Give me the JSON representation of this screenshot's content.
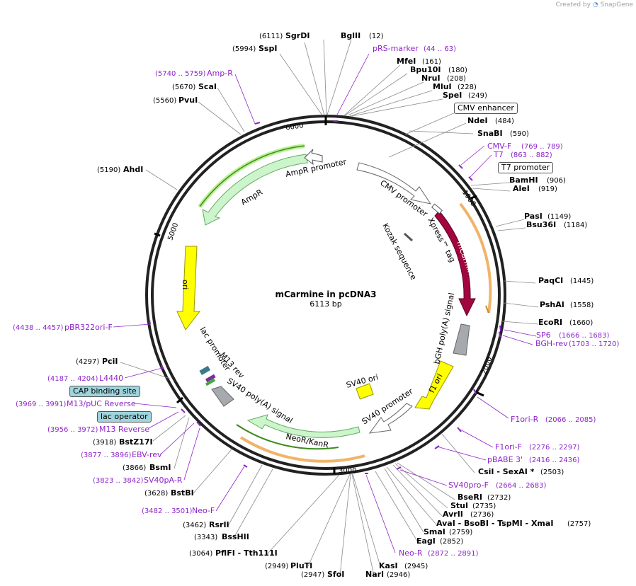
{
  "credit": {
    "prefix": "Created by",
    "brand": "SnapGene"
  },
  "title": "mCarmine in pcDNA3",
  "length": "6113 bp",
  "ticks": [
    "1000",
    "2000",
    "3000",
    "5000",
    "6000"
  ],
  "enzymes": [
    {
      "name": "BglII",
      "pos": "(12)"
    },
    {
      "name": "SgrDI",
      "pos": "(6111)"
    },
    {
      "name": "SspI",
      "pos": "(5994)"
    },
    {
      "name": "MfeI",
      "pos": "(161)"
    },
    {
      "name": "Bpu10I",
      "pos": "(180)"
    },
    {
      "name": "NruI",
      "pos": "(208)"
    },
    {
      "name": "MluI",
      "pos": "(228)"
    },
    {
      "name": "SpeI",
      "pos": "(249)"
    },
    {
      "name": "NdeI",
      "pos": "(484)"
    },
    {
      "name": "SnaBI",
      "pos": "(590)"
    },
    {
      "name": "BamHI",
      "pos": "(906)"
    },
    {
      "name": "AleI",
      "pos": "(919)"
    },
    {
      "name": "PasI",
      "pos": "(1149)"
    },
    {
      "name": "Bsu36I",
      "pos": "(1184)"
    },
    {
      "name": "PaqCI",
      "pos": "(1445)"
    },
    {
      "name": "PshAI",
      "pos": "(1558)"
    },
    {
      "name": "EcoRI",
      "pos": "(1660)"
    },
    {
      "name": "CsiI - SexAI *",
      "pos": "(2503)"
    },
    {
      "name": "BseRI",
      "pos": "(2732)"
    },
    {
      "name": "StuI",
      "pos": "(2735)"
    },
    {
      "name": "AvrII",
      "pos": "(2736)"
    },
    {
      "name": "AvaI - BsoBI - TspMI - XmaI",
      "pos": "(2757)"
    },
    {
      "name": "SmaI",
      "pos": "(2759)"
    },
    {
      "name": "EagI",
      "pos": "(2852)"
    },
    {
      "name": "KasI",
      "pos": "(2945)"
    },
    {
      "name": "NarI",
      "pos": "(2946)"
    },
    {
      "name": "SfoI",
      "pos": "(2947)"
    },
    {
      "name": "PluTI",
      "pos": "(2949)"
    },
    {
      "name": "PflFI - Tth111I",
      "pos": "(3064)"
    },
    {
      "name": "BssHII",
      "pos": "(3343)"
    },
    {
      "name": "RsrII",
      "pos": "(3462)"
    },
    {
      "name": "BstBI",
      "pos": "(3628)"
    },
    {
      "name": "BsmI",
      "pos": "(3866)"
    },
    {
      "name": "BstZ17I",
      "pos": "(3918)"
    },
    {
      "name": "PciI",
      "pos": "(4297)"
    },
    {
      "name": "AhdI",
      "pos": "(5190)"
    },
    {
      "name": "PvuI",
      "pos": "(5560)"
    },
    {
      "name": "ScaI",
      "pos": "(5670)"
    }
  ],
  "primers": [
    {
      "name": "pRS-marker",
      "pos": "(44 .. 63)"
    },
    {
      "name": "Amp-R",
      "pos": "(5740 .. 5759)"
    },
    {
      "name": "CMV-F",
      "pos": "(769 .. 789)"
    },
    {
      "name": "T7",
      "pos": "(863 .. 882)"
    },
    {
      "name": "SP6",
      "pos": "(1666 .. 1683)"
    },
    {
      "name": "BGH-rev",
      "pos": "(1703 .. 1720)"
    },
    {
      "name": "F1ori-R",
      "pos": "(2066 .. 2085)"
    },
    {
      "name": "F1ori-F",
      "pos": "(2276 .. 2297)"
    },
    {
      "name": "pBABE 3'",
      "pos": "(2416 .. 2436)"
    },
    {
      "name": "SV40pro-F",
      "pos": "(2664 .. 2683)"
    },
    {
      "name": "Neo-R",
      "pos": "(2872 .. 2891)"
    },
    {
      "name": "Neo-F",
      "pos": "(3482 .. 3501)"
    },
    {
      "name": "SV40pA-R",
      "pos": "(3823 .. 3842)"
    },
    {
      "name": "EBV-rev",
      "pos": "(3877 .. 3896)"
    },
    {
      "name": "M13 Reverse",
      "pos": "(3956 .. 3972)"
    },
    {
      "name": "M13/pUC Reverse",
      "pos": "(3969 .. 3991)"
    },
    {
      "name": "L4440",
      "pos": "(4187 .. 4204)"
    },
    {
      "name": "pBR322ori-F",
      "pos": "(4438 .. 4457)"
    }
  ],
  "boxed_labels": [
    {
      "name": "CMV enhancer"
    },
    {
      "name": "T7 promoter"
    },
    {
      "name": "CAP binding site"
    },
    {
      "name": "lac operator"
    }
  ],
  "features": {
    "cmv_promoter": "CMV promoter",
    "kozak": "Kozak sequence",
    "xpress": "Xpress™ tag",
    "mcarmine": "mCarmine",
    "bgh": "bGH poly(A) signal",
    "f1ori": "f1 ori",
    "sv40ori": "SV40 ori",
    "sv40prom": "SV40 promoter",
    "neo": "NeoR/KanR",
    "sv40pa": "SV40 poly(A) signal",
    "m13rev": "M13 rev",
    "lacprom": "lac promoter",
    "ori": "ori",
    "ampr": "AmpR",
    "amprprom": "AmpR promoter"
  },
  "colors": {
    "primer": "#8e24c9",
    "mcarmine": "#a3063e",
    "ori": "#ffff00",
    "ampr": "#ccf5cc",
    "boxed_teal": "#9fd4dd"
  }
}
